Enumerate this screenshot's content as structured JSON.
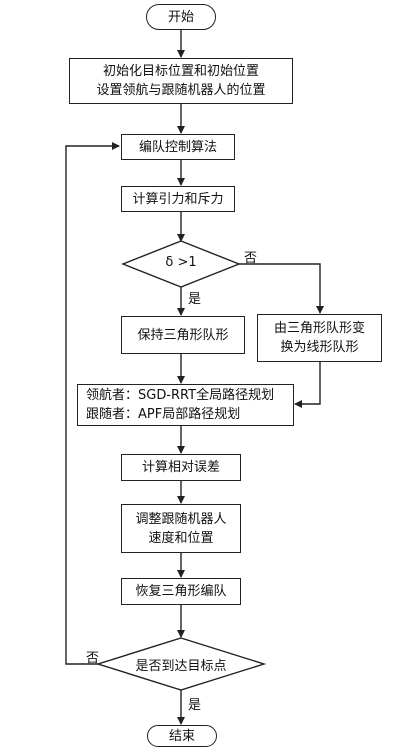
{
  "start": "开始",
  "init": [
    "初始化目标位置和初始位置",
    "设置领航与跟随机器人的位置"
  ],
  "formation_control": "编队控制算法",
  "compute_forces": "计算引力和斥力",
  "decision1": "δ >1",
  "decision1_no": "否",
  "decision1_yes": "是",
  "keep_triangle": "保持三角形队形",
  "change_formation": [
    "由三角形队形变",
    "换为线形队形"
  ],
  "planning": [
    "领航者：SGD-RRT全局路径规划",
    "跟随者：APF局部路径规划"
  ],
  "relative_error": "计算相对误差",
  "adjust": [
    "调整跟随机器人",
    "速度和位置"
  ],
  "restore": "恢复三角形编队",
  "decision2": "是否到达目标点",
  "decision2_no": "否",
  "decision2_yes": "是",
  "end": "结束"
}
